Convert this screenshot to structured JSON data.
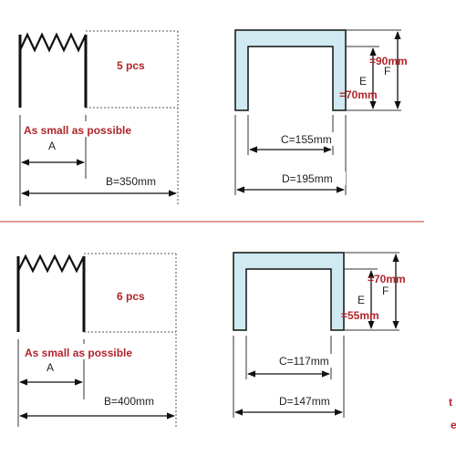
{
  "colors": {
    "accent_text": "#b0242b",
    "divider": "#c0392b",
    "channel_fill": "#cfeaf0",
    "line": "#111111"
  },
  "panels": [
    {
      "spring": {
        "count": "5 pcs",
        "note": "As small as possible",
        "a_label": "A",
        "b_label": "B=350mm"
      },
      "channel": {
        "c_label": "C=155mm",
        "d_label": "D=195mm",
        "e_letter": "E",
        "f_letter": "F",
        "e_value_top": "=90mm",
        "e_value_bottom": "=70mm"
      }
    },
    {
      "spring": {
        "count": "6 pcs",
        "note": "As small as possible",
        "a_label": "A",
        "b_label": "B=400mm"
      },
      "channel": {
        "c_label": "C=117mm",
        "d_label": "D=147mm",
        "e_letter": "E",
        "f_letter": "F",
        "e_value_top": "=70mm",
        "e_value_bottom": "=55mm"
      }
    }
  ],
  "edge_fragments": [
    "t",
    "e"
  ]
}
